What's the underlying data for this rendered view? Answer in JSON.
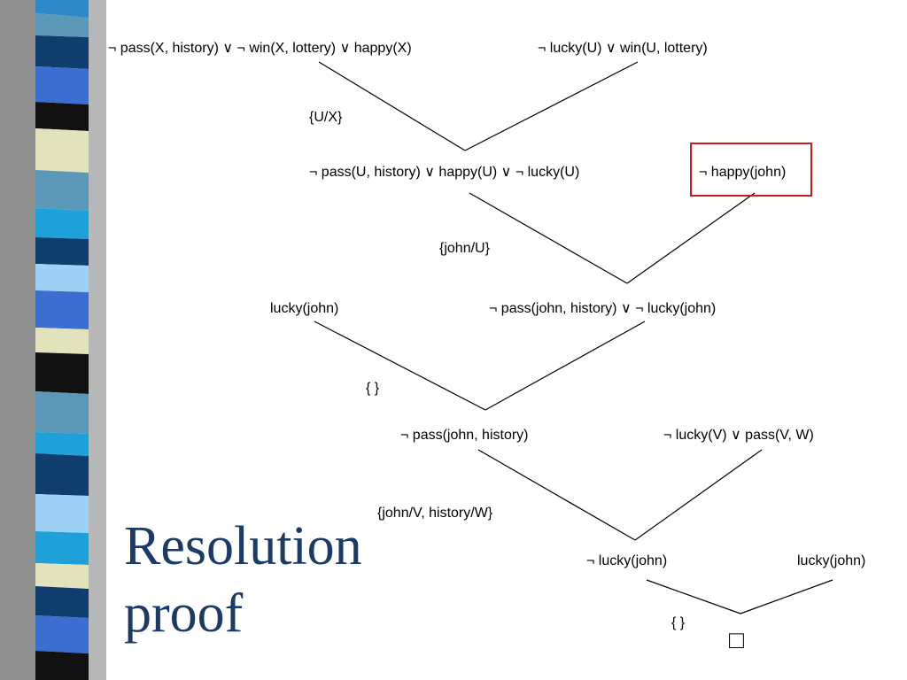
{
  "slide": {
    "title_line1": "Resolution",
    "title_line2": "proof",
    "colors": {
      "title": "#1b3a66",
      "highlight_box": "#d0191b"
    }
  },
  "clauses": {
    "c1": "¬ pass(X, history) ∨ ¬ win(X, lottery) ∨ happy(X)",
    "c2": "¬ lucky(U) ∨ win(U, lottery)",
    "r1": "¬ pass(U, history) ∨ happy(U) ∨ ¬ lucky(U)",
    "goal": "¬ happy(john)",
    "c3": "lucky(john)",
    "r2": "¬ pass(john, history) ∨ ¬ lucky(john)",
    "r3": "¬ pass(john, history)",
    "c4": "¬ lucky(V) ∨ pass(V, W)",
    "r4": "¬ lucky(john)",
    "c5": "lucky(john)",
    "empty": "□"
  },
  "substitutions": {
    "s1": "{U/X}",
    "s2": "{john/U}",
    "s3": "{ }",
    "s4": "{john/V, history/W}",
    "s5": "{ }"
  }
}
